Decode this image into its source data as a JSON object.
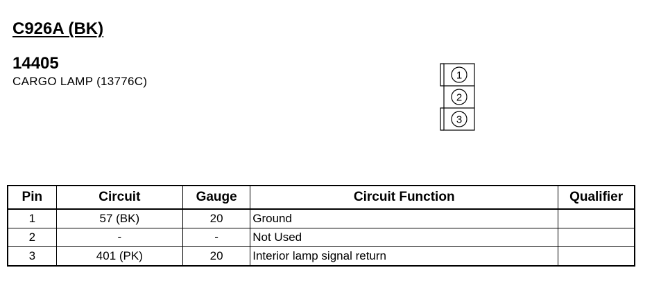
{
  "connector": {
    "id": "C926A (BK)",
    "part_number": "14405",
    "component": "CARGO LAMP (13776C)"
  },
  "connector_face": {
    "pins": [
      "1",
      "2",
      "3"
    ]
  },
  "table": {
    "headers": {
      "pin": "Pin",
      "circuit": "Circuit",
      "gauge": "Gauge",
      "function": "Circuit Function",
      "qualifier": "Qualifier"
    },
    "rows": [
      {
        "pin": "1",
        "circuit": "57 (BK)",
        "gauge": "20",
        "function": "Ground",
        "qualifier": ""
      },
      {
        "pin": "2",
        "circuit": "-",
        "gauge": "-",
        "function": "Not Used",
        "qualifier": ""
      },
      {
        "pin": "3",
        "circuit": "401 (PK)",
        "gauge": "20",
        "function": "Interior lamp signal return",
        "qualifier": ""
      }
    ]
  }
}
